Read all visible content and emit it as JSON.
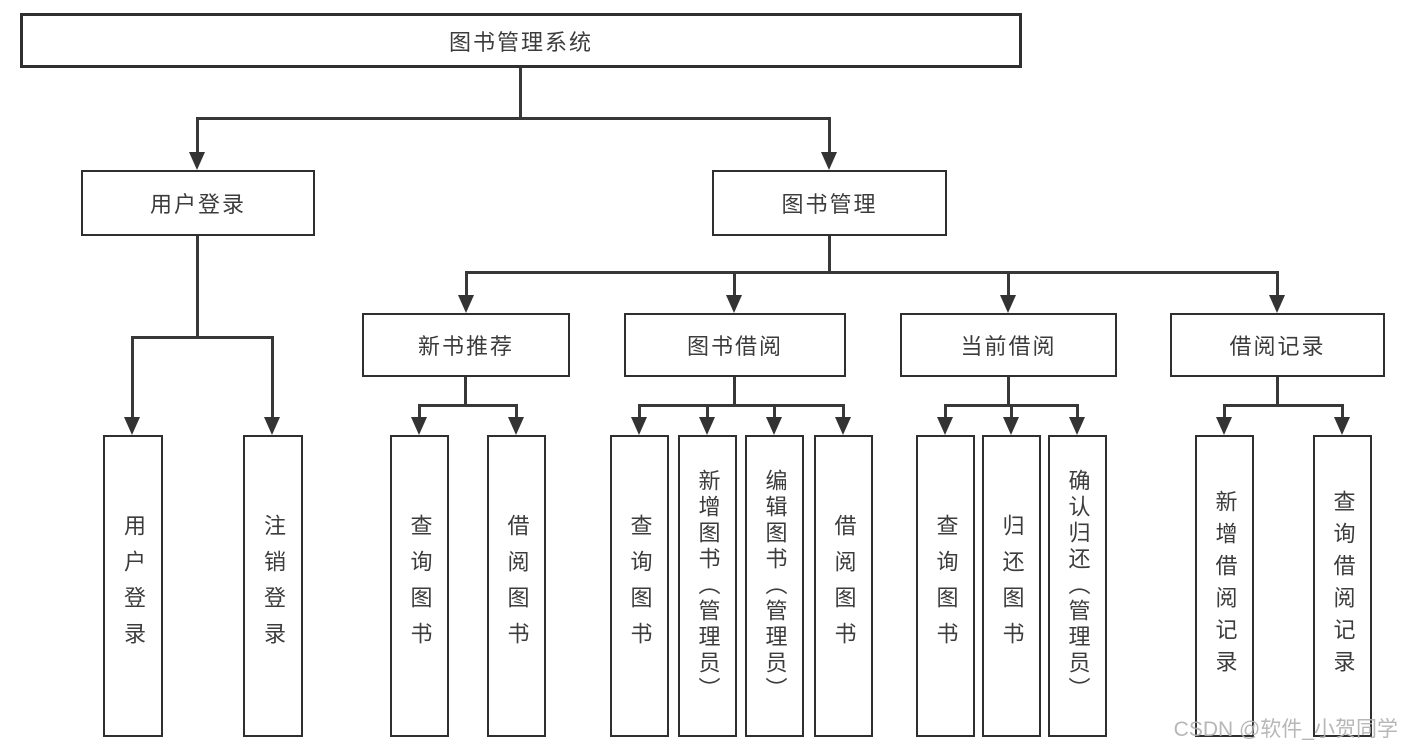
{
  "tree": {
    "root": "图书管理系统",
    "user_login": {
      "label": "用户登录",
      "children": [
        "用户登录",
        "注销登录"
      ]
    },
    "book_mgmt": {
      "label": "图书管理",
      "sections": {
        "new_books": {
          "label": "新书推荐",
          "children": [
            "查询图书",
            "借阅图书"
          ]
        },
        "borrowing": {
          "label": "图书借阅",
          "children": [
            "查询图书",
            "新增图书（管理员）",
            "编辑图书（管理员）",
            "借阅图书"
          ]
        },
        "current": {
          "label": "当前借阅",
          "children": [
            "查询图书",
            "归还图书",
            "确认归还（管理员）"
          ]
        },
        "records": {
          "label": "借阅记录",
          "children": [
            "新增借阅记录",
            "查询借阅记录"
          ]
        }
      }
    }
  },
  "watermark": "CSDN @软件_小贺同学",
  "colors": {
    "line": "#383838",
    "border": "#2f2f2f",
    "text": "#3c3c3c",
    "watermark": "#b0b0b0",
    "background": "#ffffff"
  }
}
